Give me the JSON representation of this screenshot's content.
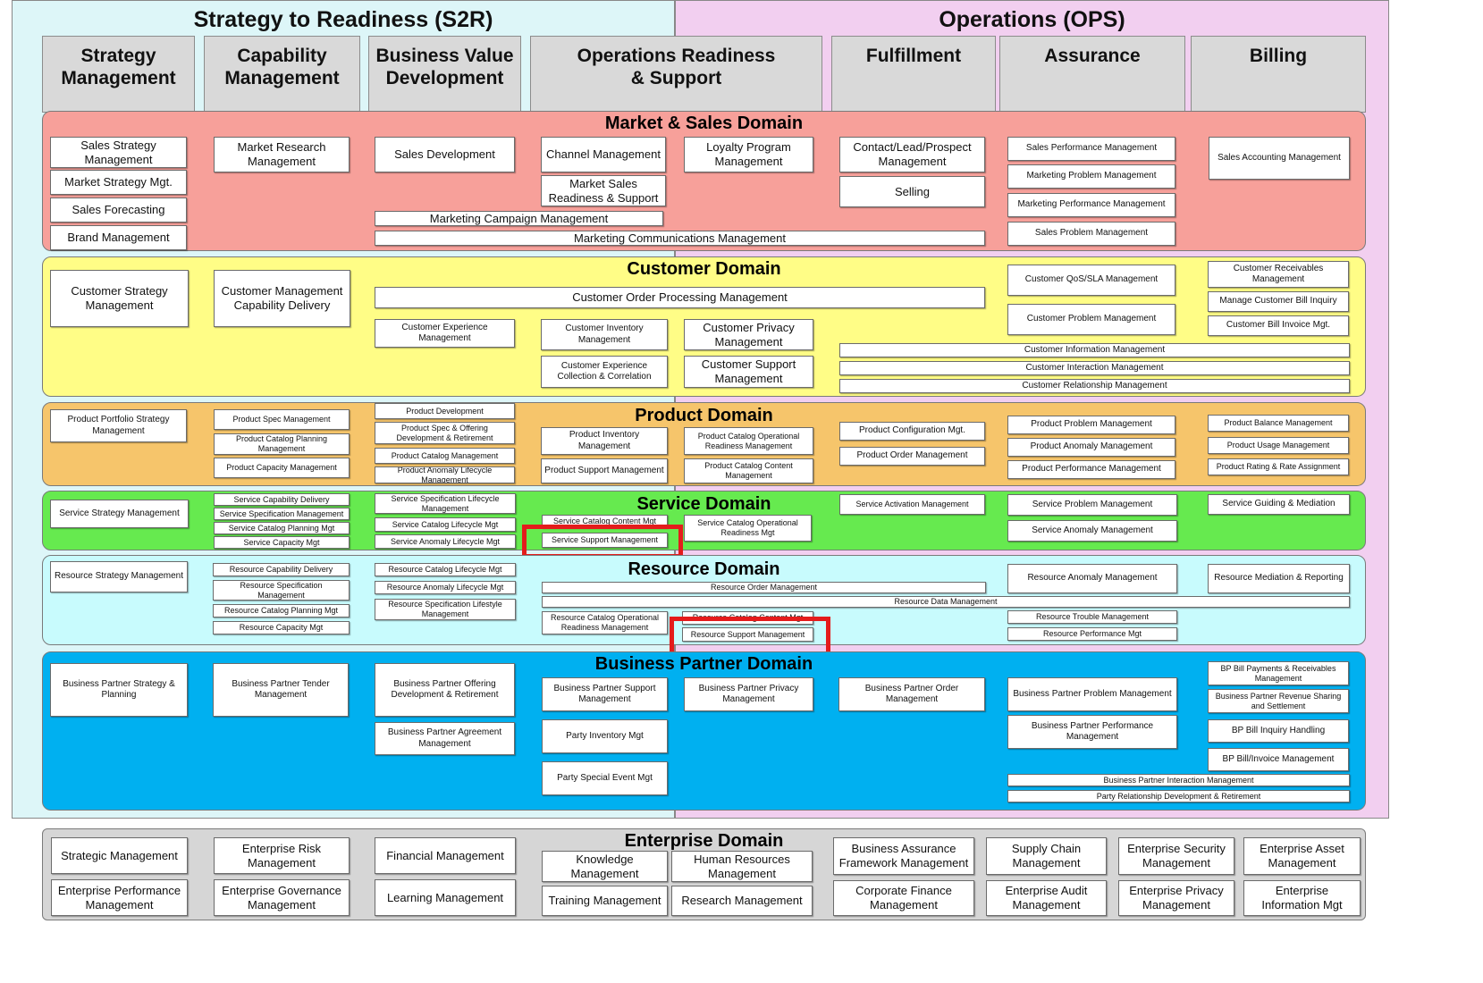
{
  "headers": {
    "s2r": "Strategy to Readiness (S2R)",
    "ops": "Operations (OPS)"
  },
  "columns": {
    "strategy": "Strategy Management",
    "capability": "Capability Management",
    "business_value": "Business Value Development",
    "ops_readiness": "Operations Readiness & Support",
    "fulfillment": "Fulfillment",
    "assurance": "Assurance",
    "billing": "Billing"
  },
  "domains": {
    "market": "Market & Sales Domain",
    "customer": "Customer Domain",
    "product": "Product Domain",
    "service": "Service Domain",
    "resource": "Resource Domain",
    "partner": "Business Partner Domain",
    "enterprise": "Enterprise Domain"
  },
  "market": {
    "sales_strategy": "Sales Strategy Management",
    "market_strategy": "Market Strategy Mgt.",
    "sales_forecasting": "Sales Forecasting",
    "brand": "Brand Management",
    "market_research": "Market Research Management",
    "sales_development": "Sales Development",
    "channel": "Channel Management",
    "loyalty": "Loyalty Program Management",
    "market_sales_readiness": "Market Sales Readiness & Support",
    "campaign": "Marketing Campaign Management",
    "communications": "Marketing Communications Management",
    "contact_lead": "Contact/Lead/Prospect Management",
    "selling": "Selling",
    "sales_performance": "Sales Performance Management",
    "marketing_problem": "Marketing Problem Management",
    "marketing_performance": "Marketing Performance Management",
    "sales_problem": "Sales Problem Management",
    "sales_accounting": "Sales Accounting Management"
  },
  "customer": {
    "strategy": "Customer Strategy Management",
    "capability": "Customer Management Capability Delivery",
    "order_processing": "Customer Order Processing Management",
    "experience": "Customer Experience Management",
    "inventory": "Customer Inventory Management",
    "privacy": "Customer Privacy Management",
    "experience_collection": "Customer Experience Collection & Correlation",
    "support": "Customer Support Management",
    "qos_sla": "Customer QoS/SLA Management",
    "problem": "Customer Problem Management",
    "information": "Customer Information Management",
    "interaction": "Customer Interaction Management",
    "relationship": "Customer Relationship Management",
    "receivables": "Customer Receivables Management",
    "bill_inquiry": "Manage Customer Bill Inquiry",
    "bill_invoice": "Customer Bill Invoice Mgt."
  },
  "product": {
    "portfolio": "Product Portfolio Strategy Management",
    "spec": "Product Spec Management",
    "catalog_planning": "Product Catalog Planning Management",
    "capacity": "Product Capacity Management",
    "development": "Product Development",
    "spec_offering": "Product Spec & Offering Development & Retirement",
    "catalog": "Product Catalog Management",
    "anomaly_lifecycle": "Product Anomaly Lifecycle Management",
    "inventory": "Product Inventory Management",
    "catalog_operational": "Product Catalog Operational Readiness Management",
    "support": "Product Support Management",
    "catalog_content": "Product Catalog Content Management",
    "configuration": "Product Configuration Mgt.",
    "order": "Product Order Management",
    "problem": "Product Problem Management",
    "anomaly": "Product Anomaly Management",
    "performance": "Product Performance Management",
    "balance": "Product Balance Management",
    "usage": "Product Usage Management",
    "rating": "Product Rating & Rate Assignment"
  },
  "service": {
    "strategy": "Service Strategy Management",
    "capability": "Service Capability Delivery",
    "spec": "Service Specification Management",
    "catalog_planning": "Service Catalog Planning Mgt",
    "capacity": "Service Capacity Mgt",
    "spec_lifecycle": "Service Specification Lifecycle Management",
    "catalog_lifecycle": "Service Catalog Lifecycle Mgt",
    "anomaly_lifecycle": "Service Anomaly Lifecycle Mgt",
    "catalog_content": "Service Catalog Content Mgt",
    "support": "Service Support Management",
    "catalog_operational": "Service Catalog Operational Readiness Mgt",
    "activation": "Service Activation Management",
    "problem": "Service Problem Management",
    "anomaly": "Service Anomaly Management",
    "guiding": "Service Guiding & Mediation"
  },
  "resource": {
    "strategy": "Resource Strategy Management",
    "capability": "Resource Capability Delivery",
    "spec": "Resource Specification Management",
    "catalog_planning": "Resource Catalog Planning Mgt",
    "capacity": "Resource Capacity Mgt",
    "catalog_lifecycle": "Resource Catalog Lifecycle Mgt",
    "anomaly_lifecycle": "Resource Anomaly Lifecycle Mgt",
    "spec_lifecycle": "Resource Specification Lifestyle Management",
    "order": "Resource Order Management",
    "data": "Resource Data Management",
    "catalog_operational": "Resource Catalog Operational Readiness Management",
    "catalog_content": "Resource Catalog Content Mgt",
    "support": "Resource Support Management",
    "anomaly": "Resource Anomaly Management",
    "trouble": "Resource Trouble Management",
    "performance": "Resource Performance Mgt",
    "mediation": "Resource Mediation & Reporting"
  },
  "partner": {
    "strategy": "Business Partner Strategy & Planning",
    "tender": "Business Partner Tender Management",
    "offering": "Business Partner Offering Development & Retirement",
    "agreement": "Business Partner Agreement Management",
    "support": "Business Partner Support Management",
    "privacy": "Business Partner Privacy Management",
    "order": "Business Partner Order Management",
    "party_inventory": "Party Inventory Mgt",
    "party_event": "Party Special Event Mgt",
    "problem": "Business Partner Problem Management",
    "performance": "Business Partner Performance Management",
    "interaction": "Business Partner Interaction Management",
    "relationship": "Party Relationship Development & Retirement",
    "bill_payments": "BP Bill Payments & Receivables Management",
    "revenue_sharing": "Business Partner Revenue Sharing and Settlement",
    "bill_inquiry": "BP Bill Inquiry Handling",
    "bill_invoice": "BP Bill/Invoice Management"
  },
  "enterprise": {
    "strategic": "Strategic Management",
    "performance": "Enterprise Performance Management",
    "risk": "Enterprise Risk Management",
    "governance": "Enterprise Governance Management",
    "financial": "Financial Management",
    "learning": "Learning Management",
    "knowledge": "Knowledge Management",
    "hr": "Human Resources Management",
    "training": "Training Management",
    "research": "Research Management",
    "assurance_framework": "Business Assurance Framework Management",
    "corporate_finance": "Corporate Finance Management",
    "supply_chain": "Supply Chain Management",
    "audit": "Enterprise Audit Management",
    "security": "Enterprise Security Management",
    "privacy": "Enterprise Privacy Management",
    "asset": "Enterprise Asset Management",
    "information": "Enterprise Information Mgt"
  },
  "colors": {
    "s2r_bg": "#ddf6f8",
    "ops_bg": "#f2cff0",
    "market": "#f7a09a",
    "customer": "#fffd86",
    "product": "#f6c56b",
    "service": "#66ea4f",
    "resource": "#c8fbfd",
    "partner": "#00b0f0",
    "enterprise": "#d6d6d6",
    "highlight": "#e41c1c"
  }
}
